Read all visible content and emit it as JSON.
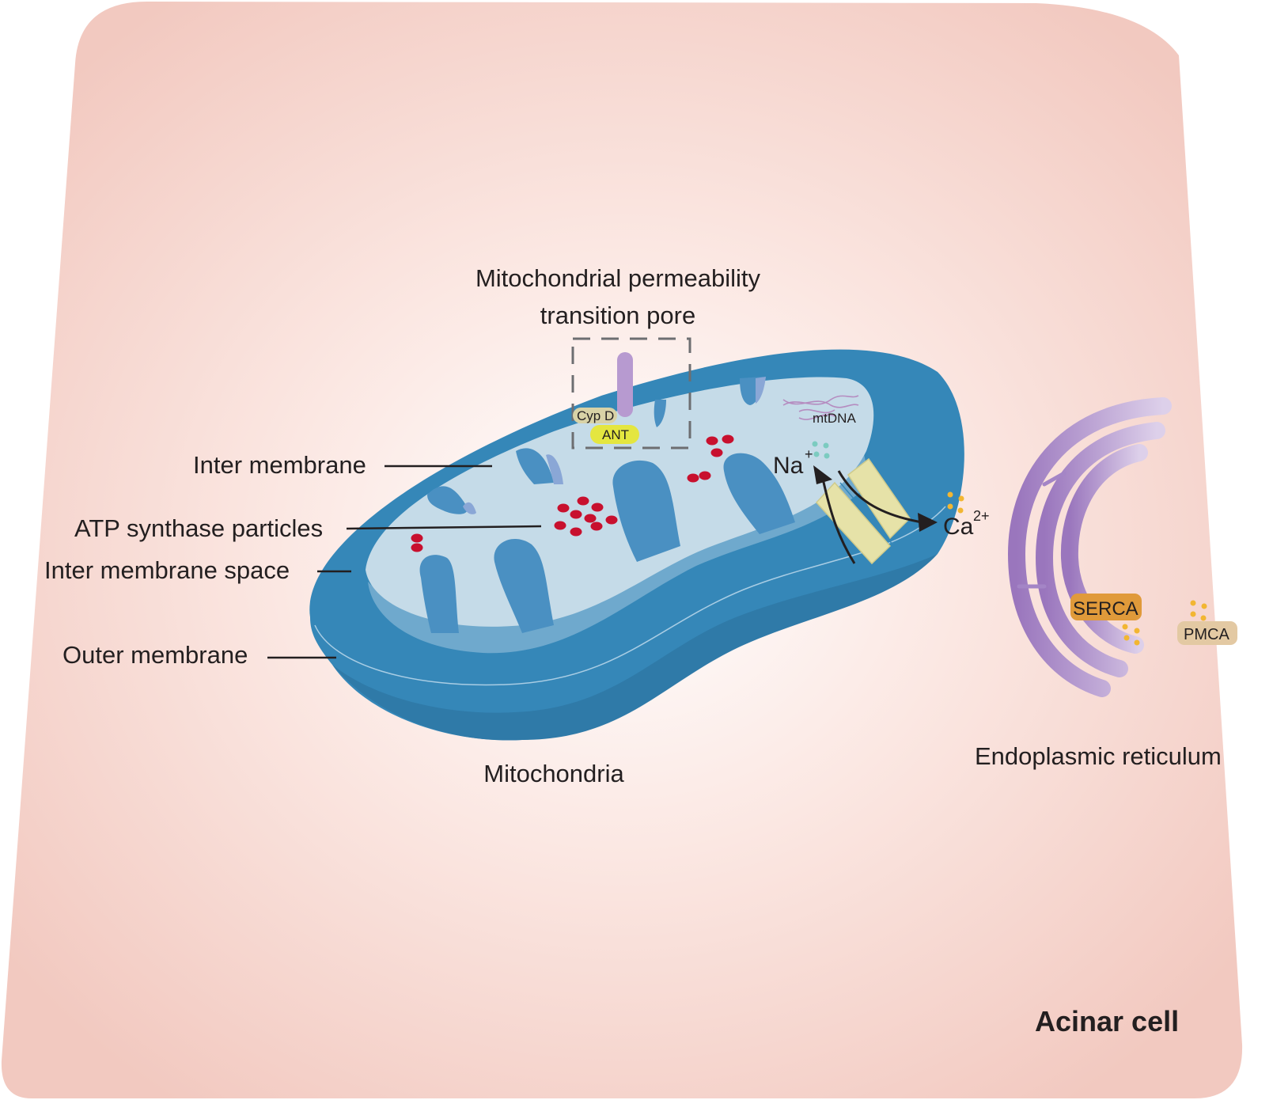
{
  "labels": {
    "mptp_line1": "Mitochondrial permeability",
    "mptp_line2": "transition pore",
    "inter_membrane": "Inter membrane",
    "atp_synthase": "ATP synthase particles",
    "inter_membrane_space": "Inter membrane space",
    "outer_membrane": "Outer membrane",
    "mitochondria": "Mitochondria",
    "endoplasmic_reticulum": "Endoplasmic reticulum",
    "acinar_cell": "Acinar cell",
    "cyp_d": "Cyp D",
    "ant": "ANT",
    "mtdna": "mtDNA",
    "na": "Na",
    "na_charge": "+",
    "ca": "Ca",
    "ca_charge": "2+",
    "serca": "SERCA",
    "pmca": "PMCA"
  },
  "colors": {
    "cell_edge": "#f2c9c0",
    "cell_center": "#ffffff",
    "outer_membrane": "#3587b8",
    "matrix": "#c5dbe8",
    "cristae": "#4a90c2",
    "atp_particles": "#c8102e",
    "exchanger": "#e6e2a8",
    "er": "#b79ad0",
    "ca_ions": "#f2b632",
    "na_ions": "#7ccbc0",
    "serca": "#e09a3a",
    "pmca": "#e3c9a3",
    "ant": "#e4e640",
    "cyp_d": "#d8d2a6"
  }
}
